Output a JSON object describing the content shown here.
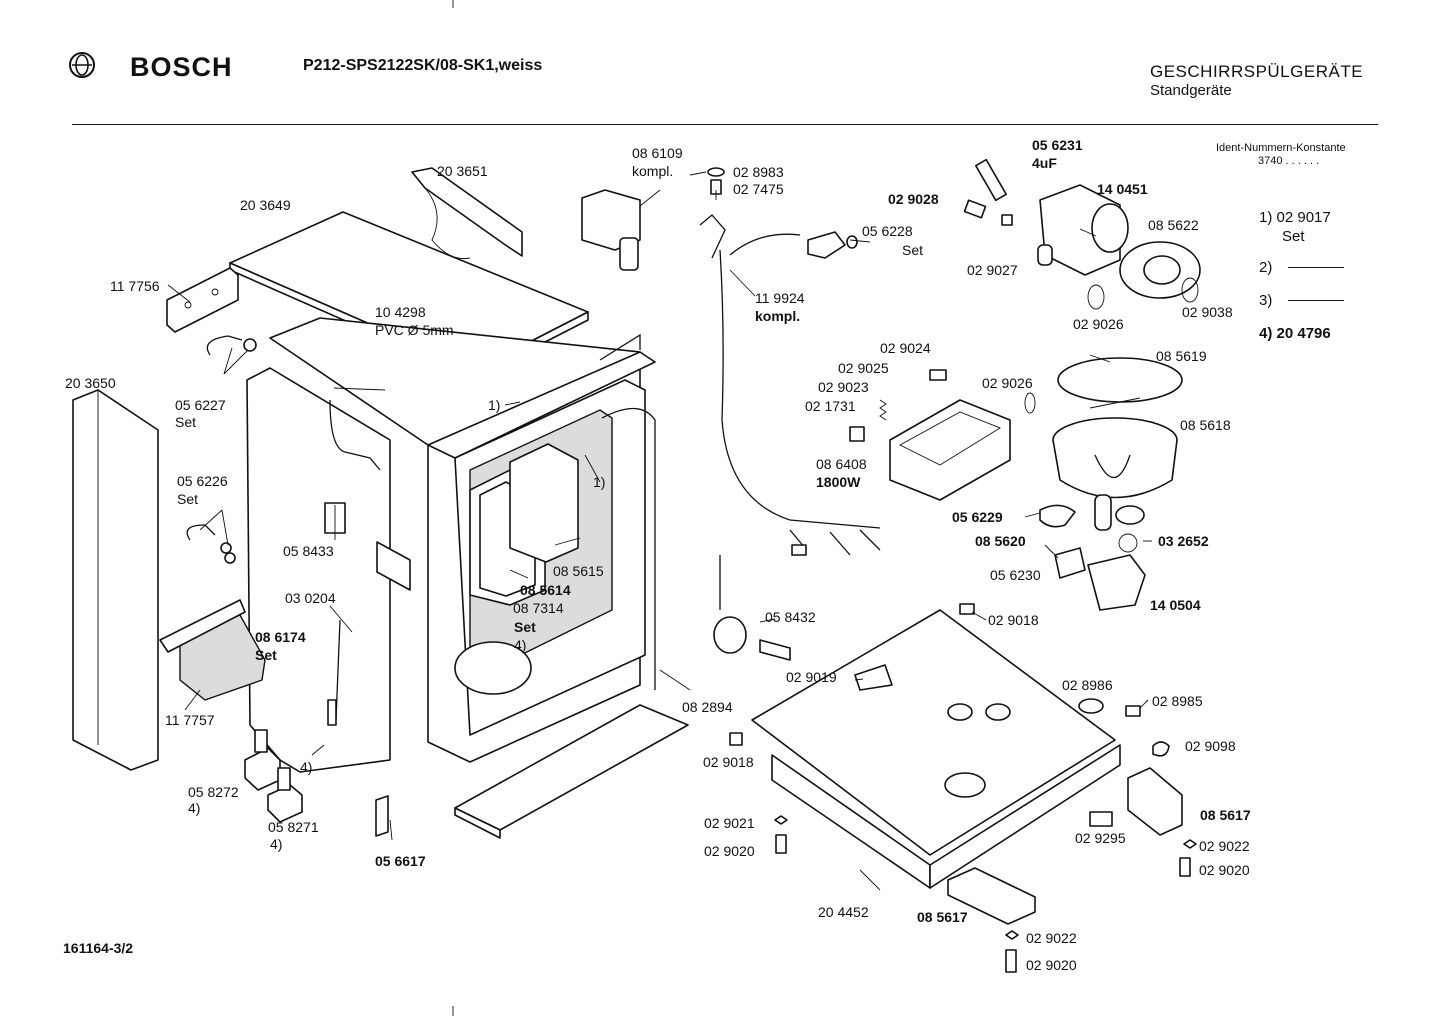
{
  "header": {
    "brand": "BOSCH",
    "model": "P212-SPS2122SK/08-SK1,weiss",
    "category": "GESCHIRRSPÜLGERÄTE",
    "subcategory": "Standgeräte",
    "ident_title": "Ident-Nummern-Konstante",
    "ident_value": "3740  . .  . . . ."
  },
  "doc_number": "161164-3/2",
  "side_notes": {
    "n1": "1) 02 9017",
    "n1b": "Set",
    "n2": "2)",
    "n3": "3)",
    "n4": "4) 20 4796"
  },
  "labels": {
    "l203651": "20 3651",
    "l203649": "20 3649",
    "l117756": "11 7756",
    "l203650": "20 3650",
    "l056227": "05 6227",
    "set1": "Set",
    "l056226": "05 6226",
    "set2": "Set",
    "l104298": "10 4298",
    "pvc": "PVC Ø 5mm",
    "l058433": "05 8433",
    "l030204": "03 0204",
    "l086174": "08 6174",
    "set3": "Set",
    "l117757": "11 7757",
    "l058272": "05 8272",
    "f1": "4)",
    "l058271": "05 8271",
    "f2": "4)",
    "f3": "4)",
    "l056617": "05 6617",
    "r1a": "1)",
    "r1b": "1)",
    "l085615": "08 5615",
    "l085614": "08 5614",
    "l087314": "08 7314",
    "set4": "Set",
    "f4": "4)",
    "l082894": "08 2894",
    "l086109": "08 6109",
    "kompl1": "kompl.",
    "l028983": "02 8983",
    "l027475": "02 7475",
    "l119924": "11 9924",
    "kompl2": "kompl.",
    "l056228": "05 6228",
    "set5": "Set",
    "l056231": "05 6231",
    "uf": "4uF",
    "l029028": "02 9028",
    "l140451": "14 0451",
    "l085622": "08 5622",
    "l029027": "02 9027",
    "l029026a": "02 9026",
    "l029038": "02 9038",
    "l029024": "02 9024",
    "l029025": "02 9025",
    "l029023": "02 9023",
    "l021731": "02 1731",
    "l029026b": "02 9026",
    "l086408": "08 6408",
    "w1800": "1800W",
    "l085619": "08 5619",
    "l085618": "08 5618",
    "l056229": "05 6229",
    "l085620": "08 5620",
    "l032652": "03 2652",
    "l056230": "05 6230",
    "l140504": "14 0504",
    "l058432": "05 8432",
    "l029018a": "02 9018",
    "l029019": "02 9019",
    "l029018b": "02 9018",
    "l028986": "02 8986",
    "l028985": "02 8985",
    "l029098": "02 9098",
    "l085617a": "08 5617",
    "l029021": "02 9021",
    "l029020a": "02 9020",
    "l029295": "02 9295",
    "l029022a": "02 9022",
    "l029020b": "02 9020",
    "l204452": "20 4452",
    "l085617b": "08 5617",
    "l029022b": "02 9022",
    "l029020c": "02 9020"
  }
}
